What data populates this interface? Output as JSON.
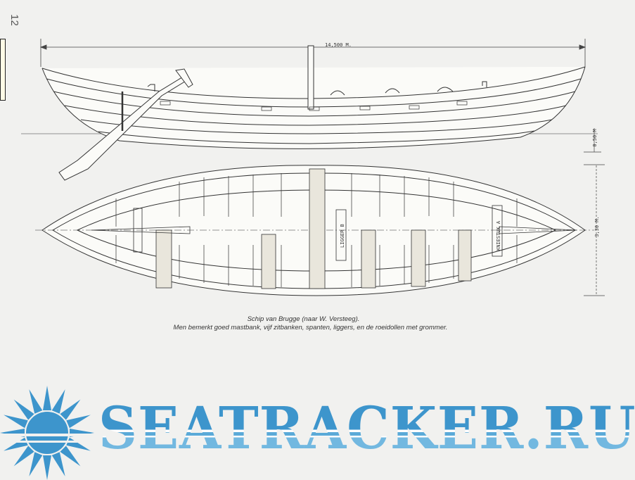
{
  "page": {
    "number": "12"
  },
  "drawing": {
    "length_label": "14,500 M.",
    "draft_label": "0,50 M",
    "beam_label": "3,30 M.",
    "part_labels": [
      "LIGGER B",
      "KNIESTUK A"
    ]
  },
  "caption": {
    "title": "Schip van Brugge (naar W. Versteeg).",
    "description": "Men bemerkt goed mastbank, vijf zitbanken, spanten, liggers, en de roeidollen met grommer."
  },
  "watermark": {
    "text": "SEATRACKER.RU",
    "color": "#3d95cc"
  }
}
